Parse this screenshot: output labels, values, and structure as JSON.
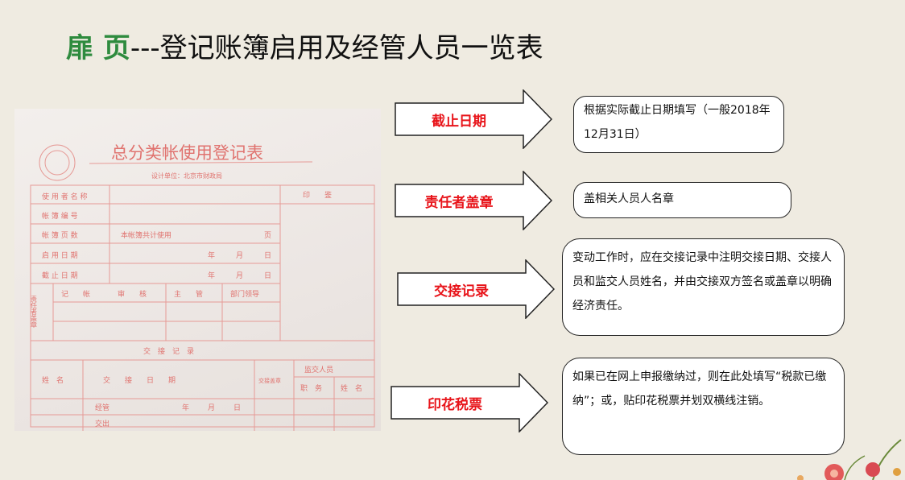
{
  "title": {
    "accent": "扉 页",
    "rest": "---登记账簿启用及经管人员一览表"
  },
  "form": {
    "title": "总分类帐使用登记表",
    "subtitle": "设计单位：北京市财政局",
    "rows": [
      "使 用 者 名 称",
      "帐 簿 编 号",
      "帐 簿 页 数",
      "启 用 日 期",
      "截 止 日 期"
    ],
    "pages_text": "本帐簿共计使用",
    "page_unit": "页",
    "year": "年",
    "month": "月",
    "day": "日",
    "seal_header": "印　　鉴",
    "resp_label": "责任者盖章",
    "resp_cols": [
      "记　　帐",
      "审　　核",
      "主　　管",
      "部门领导"
    ],
    "handover_title": "交　接　记　录",
    "handover_cols": [
      "姓　名",
      "交　　接　　日　　期",
      "交接盖章",
      "监交人员",
      "职　务",
      "姓　名"
    ],
    "handover_rows": [
      "经管",
      "交出"
    ]
  },
  "arrows": [
    {
      "label": "截止日期"
    },
    {
      "label": "责任者盖章"
    },
    {
      "label": "交接记录"
    },
    {
      "label": "印花税票"
    }
  ],
  "notes": [
    {
      "text": "根据实际截止日期填写（一般2018年12月31日）"
    },
    {
      "text": "盖相关人员人名章"
    },
    {
      "text": "变动工作时，应在交接记录中注明交接日期、交接人员和监交人员姓名，并由交接双方签名或盖章以明确经济责任。"
    },
    {
      "text": "如果已在网上申报缴纳过，则在此处填写“税款已缴纳”；或，贴印花税票并划双横线注销。"
    }
  ],
  "colors": {
    "accent": "#2e8b3e",
    "arrow_label": "#e8141a",
    "form_ink": "#e0736f"
  }
}
